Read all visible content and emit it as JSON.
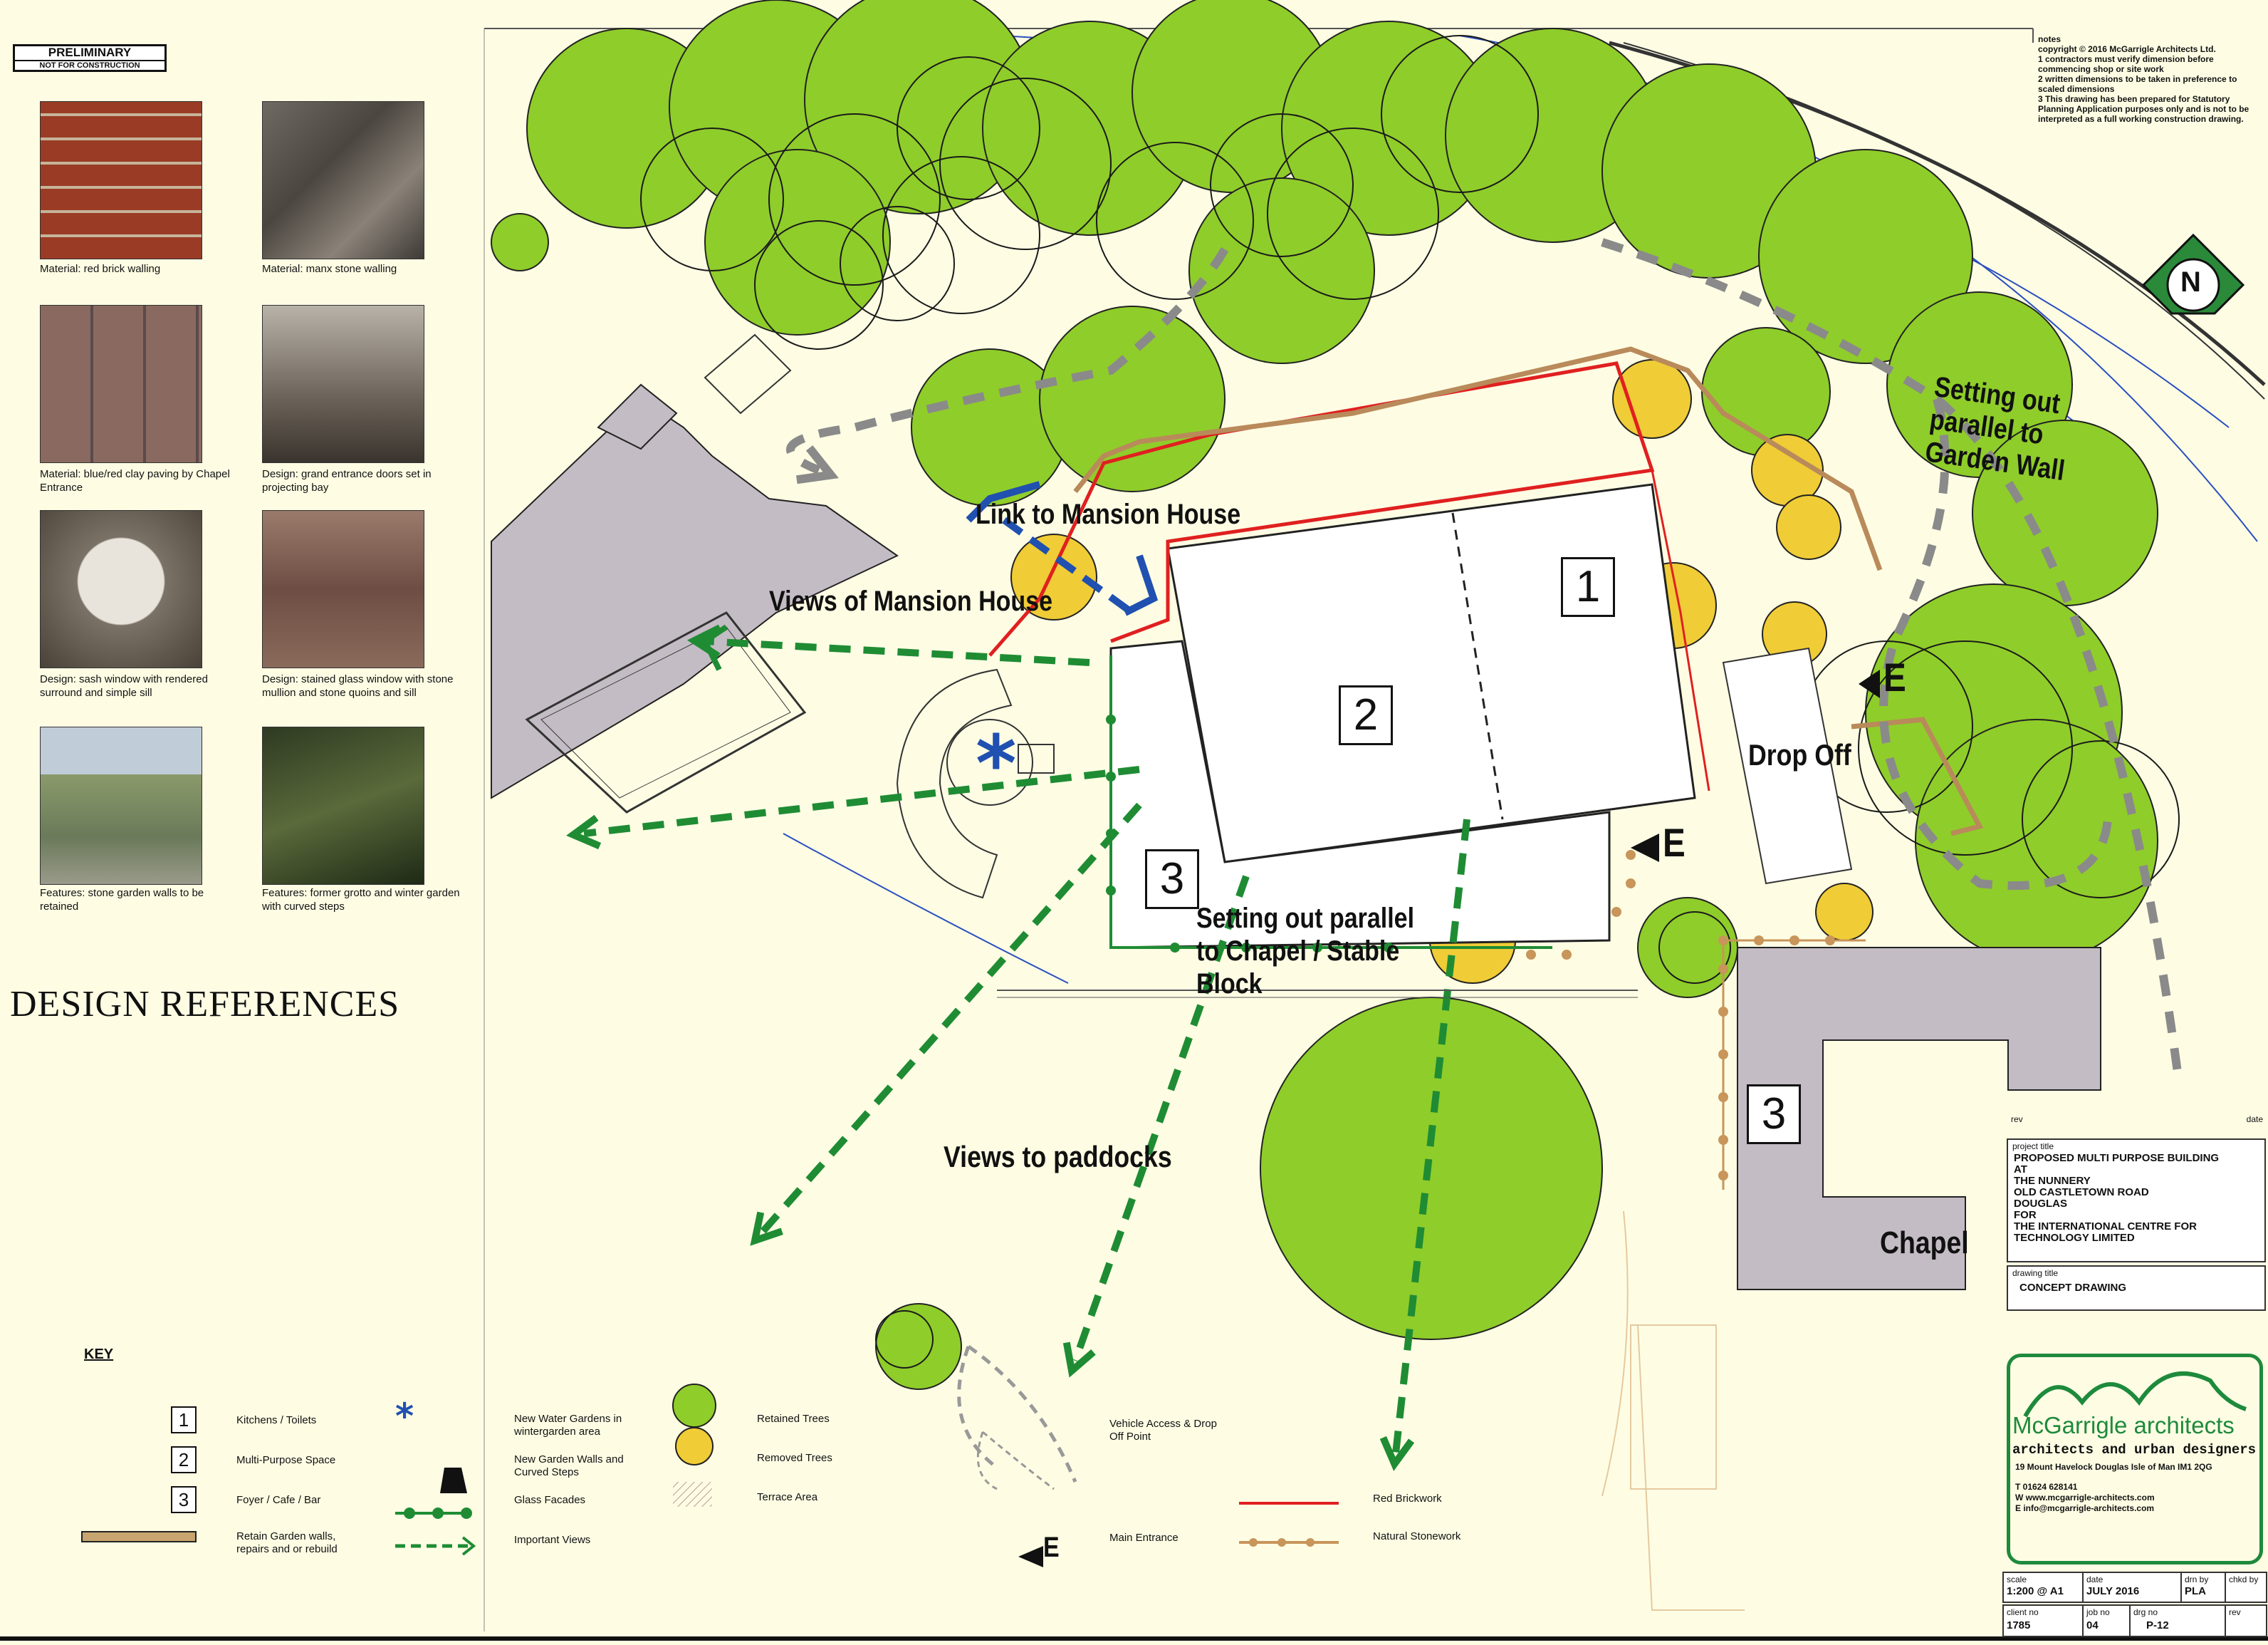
{
  "prelim": {
    "title": "PRELIMINARY",
    "subtitle": "NOT FOR CONSTRUCTION"
  },
  "references": [
    {
      "caption": "Material: red brick walling"
    },
    {
      "caption": "Material: manx stone walling"
    },
    {
      "caption": "Material: blue/red clay paving by Chapel Entrance"
    },
    {
      "caption": "Design: grand entrance doors set in projecting bay"
    },
    {
      "caption": "Design: sash window with rendered surround and simple sill"
    },
    {
      "caption": "Design: stained glass window with stone mullion and stone quoins and sill"
    },
    {
      "caption": "Features: stone garden walls to be retained"
    },
    {
      "caption": "Features: former grotto and winter garden with curved steps"
    }
  ],
  "design_title": "DESIGN REFERENCES",
  "notes": {
    "heading": "notes",
    "lines": [
      "copyright © 2016 McGarrigle Architects Ltd.",
      "1  contractors must verify dimension before commencing shop or site work",
      "2  written dimensions to be taken in preference to scaled dimensions",
      "3  This drawing has been prepared for Statutory Planning Application purposes only and is not to be interpreted as a full working construction drawing."
    ]
  },
  "north": "N",
  "plan_labels": {
    "setting_out_garden": "Setting out parallel to Garden Wall",
    "link_mansion": "Link to Mansion House",
    "views_mansion": "Views of Mansion House",
    "drop_off": "Drop Off",
    "setting_out_chapel": "Setting out parallel to Chapel / Stable Block",
    "views_paddocks": "Views to paddocks",
    "chapel": "Chapel",
    "entrance": "E",
    "zone1": "1",
    "zone2": "2",
    "zone3": "3"
  },
  "key": {
    "title": "KEY",
    "items": [
      {
        "mark": "1",
        "label": "Kitchens / Toilets"
      },
      {
        "mark": "2",
        "label": "Multi-Purpose Space"
      },
      {
        "mark": "3",
        "label": "Foyer / Cafe / Bar"
      },
      {
        "label": "Retain Garden walls, repairs and or rebuild"
      },
      {
        "label": "New Water Gardens in wintergarden area"
      },
      {
        "label": "New Garden Walls and Curved Steps"
      },
      {
        "label": "Glass Facades"
      },
      {
        "label": "Important Views"
      },
      {
        "label": "Retained Trees"
      },
      {
        "label": "Removed Trees"
      },
      {
        "label": "Terrace Area"
      },
      {
        "label": "Vehicle Access & Drop Off Point"
      },
      {
        "label": "Main Entrance"
      },
      {
        "label": "Red Brickwork"
      },
      {
        "label": "Natural Stonework"
      }
    ]
  },
  "title_block": {
    "rev": "rev",
    "date": "date",
    "project_heading": "project title",
    "project_lines": [
      "PROPOSED MULTI PURPOSE BUILDING",
      "AT",
      "THE NUNNERY",
      "OLD CASTLETOWN ROAD",
      "DOUGLAS",
      "FOR",
      "THE INTERNATIONAL CENTRE FOR",
      "TECHNOLOGY LIMITED"
    ],
    "drawing_heading": "drawing title",
    "drawing_title": "CONCEPT DRAWING",
    "firm": "McGarrigle architects",
    "firm_sub": "architects and urban designers",
    "address": "19 Mount Havelock  Douglas  Isle of Man  IM1 2QG",
    "tel": "T  01624 628141",
    "web": "W  www.mcgarrigle-architects.com",
    "email": "E  info@mcgarrigle-architects.com",
    "scale_h": "scale",
    "scale_v": "1:200 @ A1",
    "date_h": "date",
    "date_v": "JULY 2016",
    "drn_h": "drn by",
    "drn_v": "PLA",
    "chkd_h": "chkd by",
    "client_h": "client no",
    "client_v": "1785",
    "job_h": "job no",
    "job_v": "04",
    "drg_h": "drg no",
    "drg_v": "P-12",
    "rev_h": "rev"
  },
  "colors": {
    "retained_tree": "#8fcd2a",
    "removed_tree": "#f0cc36",
    "views": "#1f8c34",
    "red_brick": "#e02020",
    "stone": "#c8955a",
    "building": "#c4bcc4",
    "link": "#2050b0"
  }
}
